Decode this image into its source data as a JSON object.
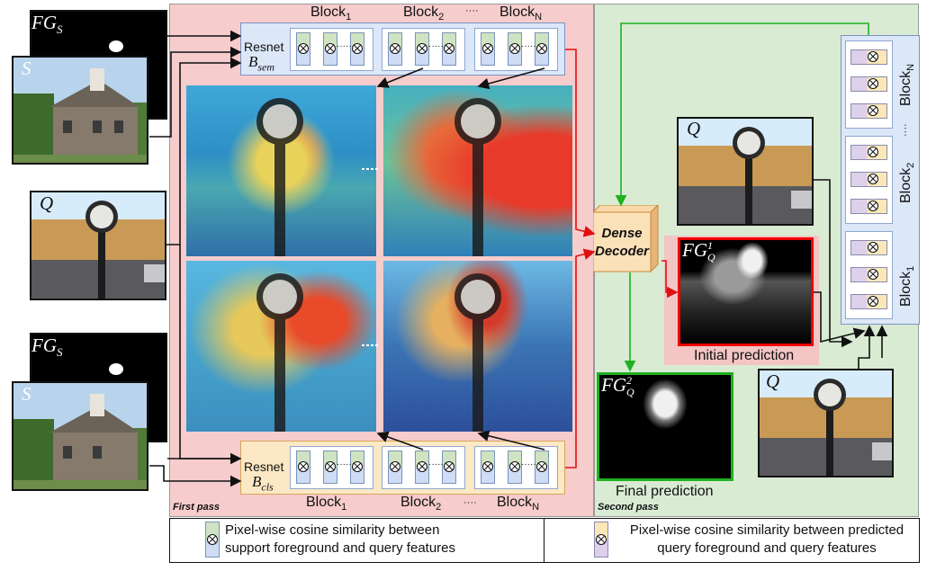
{
  "support_top": {
    "mask_label": "FG",
    "mask_sub": "S",
    "image_label": "S"
  },
  "support_bottom": {
    "mask_label": "FG",
    "mask_sub": "S",
    "image_label": "S"
  },
  "query_left": {
    "label": "Q"
  },
  "first_pass": {
    "title": "First pass",
    "sem_backbone": {
      "line1": "Resnet",
      "symbol": "B",
      "sub": "sem"
    },
    "cls_backbone": {
      "line1": "Resnet",
      "symbol": "B",
      "sub": "cls"
    },
    "top_blocks": [
      {
        "name": "Block",
        "sub": "1"
      },
      {
        "name": "Block",
        "sub": "2"
      },
      {
        "name": "Block",
        "sub": "N"
      }
    ],
    "bottom_blocks": [
      {
        "name": "Block",
        "sub": "1"
      },
      {
        "name": "Block",
        "sub": "2"
      },
      {
        "name": "Block",
        "sub": "N"
      }
    ],
    "dots": "····"
  },
  "decoder": {
    "line1": "Dense",
    "line2": "Decoder"
  },
  "initial": {
    "label": "FG",
    "sub": "Q",
    "sup": "1",
    "caption": "Initial prediction"
  },
  "final": {
    "label": "FG",
    "sub": "Q",
    "sup": "2",
    "caption": "Final prediction"
  },
  "second_pass": {
    "title": "Second pass",
    "query_label_top": "Q",
    "query_label_bottom": "Q",
    "blocks": [
      {
        "name": "Block",
        "sub": "N"
      },
      {
        "name": "Block",
        "sub": "2"
      },
      {
        "name": "Block",
        "sub": "1"
      }
    ],
    "dots": "····"
  },
  "legend": {
    "left_line1": "Pixel-wise cosine similarity between",
    "left_line2": "support foreground and query features",
    "right_line1": "Pixel-wise cosine similarity between predicted",
    "right_line2": "query foreground and query features"
  },
  "colors": {
    "first_pass_bg": "#f7cccc",
    "second_pass_bg": "#d9ebd3",
    "red_arrow": "#e01010",
    "green_arrow": "#20b020"
  }
}
